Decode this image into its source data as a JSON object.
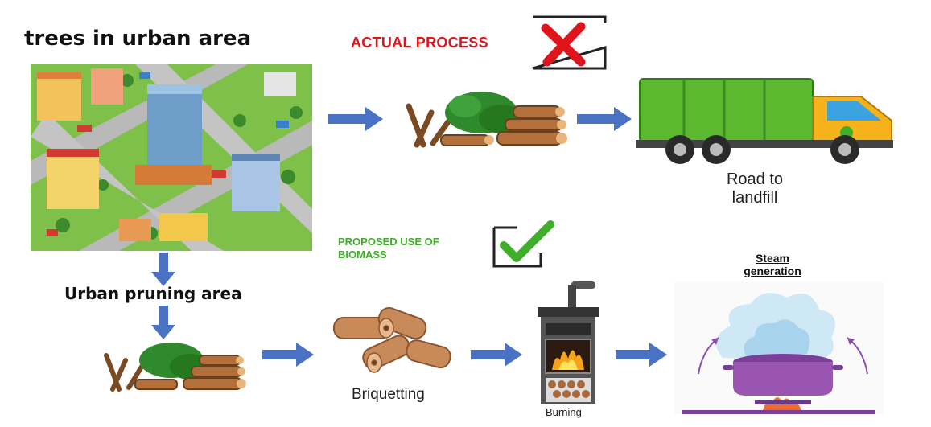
{
  "title": "trees in urban area",
  "actual_process_label": "ACTUAL PROCESS",
  "proposed_label_line1": "PROPOSED USE OF",
  "proposed_label_line2": "BIOMASS",
  "urban_pruning_label": "Urban pruning area",
  "road_line1": "Road to",
  "road_line2": "landfill",
  "briquetting_label": "Briquetting",
  "burning_label": "Burning",
  "steam_line1": "Steam",
  "steam_line2": "generation",
  "colors": {
    "arrow": "#4a72c4",
    "cross": "#e0141b",
    "check": "#3fae2a",
    "truck_body": "#5cb82e",
    "truck_cab": "#f5b21a",
    "pot": "#9a55b0"
  }
}
